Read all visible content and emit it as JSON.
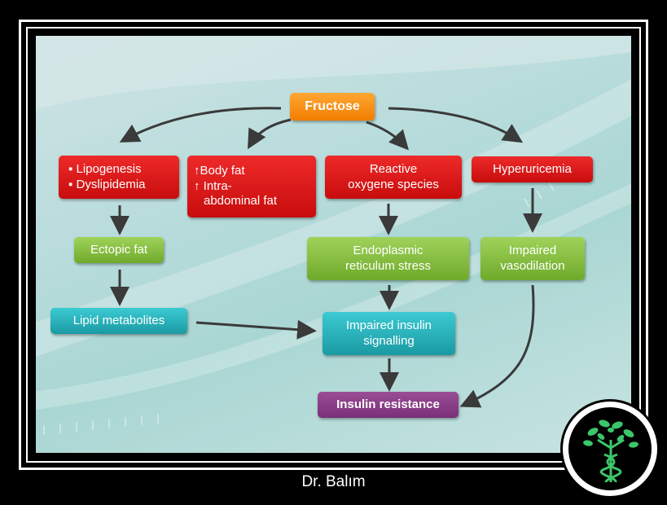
{
  "diagram": {
    "nodes": {
      "fructose": "Fructose",
      "lipogenesis": [
        "▪ Lipogenesis",
        "▪ Dyslipidemia"
      ],
      "body_fat": [
        "↑Body fat",
        "↑ Intra-",
        "abdominal fat"
      ],
      "ros": [
        "Reactive",
        "oxygene species"
      ],
      "hyperuricemia": "Hyperuricemia",
      "ectopic_fat": "Ectopic fat",
      "er_stress": [
        "Endoplasmic",
        "reticulum stress"
      ],
      "impaired_vasodilation": [
        "Impaired",
        "vasodilation"
      ],
      "lipid_metabolites": "Lipid metabolites",
      "impaired_insulin_signalling": [
        "Impaired insulin",
        "signalling"
      ],
      "insulin_resistance": "Insulin resistance"
    },
    "edges": [
      [
        "fructose",
        "lipogenesis"
      ],
      [
        "fructose",
        "body_fat"
      ],
      [
        "fructose",
        "ros"
      ],
      [
        "fructose",
        "hyperuricemia"
      ],
      [
        "lipogenesis",
        "ectopic_fat"
      ],
      [
        "ectopic_fat",
        "lipid_metabolites"
      ],
      [
        "lipid_metabolites",
        "impaired_insulin_signalling"
      ],
      [
        "ros",
        "er_stress"
      ],
      [
        "er_stress",
        "impaired_insulin_signalling"
      ],
      [
        "impaired_insulin_signalling",
        "insulin_resistance"
      ],
      [
        "hyperuricemia",
        "impaired_vasodilation"
      ],
      [
        "impaired_vasodilation",
        "insulin_resistance"
      ]
    ]
  },
  "colors": {
    "orange": "#f07d00",
    "red": "#d01414",
    "green": "#7dbb35",
    "teal": "#22a8b1",
    "purple": "#86358a",
    "arrow": "#3a3a3a"
  },
  "footer": {
    "caption": "Dr. Balım"
  },
  "logo": {
    "icon": "tree-dna-icon"
  }
}
